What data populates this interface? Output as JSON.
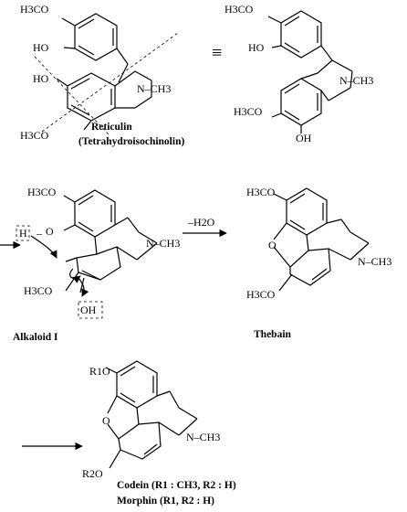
{
  "reticulin": {
    "caption_line1": "Reticulin",
    "caption_line2": "(Tetrahydroisochinolin)",
    "left": {
      "och3_top": "H3CO",
      "oh_mid": "HO",
      "oh_lower": "HO",
      "och3_bottom": "H3CO",
      "nme": "N–CH3"
    },
    "right": {
      "och3_top": "H3CO",
      "oh_mid": "HO",
      "nme": "N–CH3",
      "och3_bottom": "H3CO",
      "oh_bottom": "OH"
    },
    "equivalence_symbol": "≡"
  },
  "alkaloid": {
    "caption": "Alkaloid I",
    "och3_top": "H3CO",
    "h_box": "H",
    "o_atom": "O",
    "och3_bottom": "H3CO",
    "oh_box": "OH",
    "nme": "N–CH3"
  },
  "step": {
    "reagent": "–H2O"
  },
  "thebain": {
    "caption": "Thebain",
    "och3_top": "H3CO",
    "o_bridge": "O",
    "och3_bottom": "H3CO",
    "nme": "N–CH3"
  },
  "products": {
    "r1o": "R1O",
    "o_bridge": "O",
    "r2o": "R2O",
    "nme": "N–CH3",
    "caption_line1": "Codein (R1 : CH3, R2 : H)",
    "caption_line2": "Morphin (R1, R2 : H)"
  }
}
